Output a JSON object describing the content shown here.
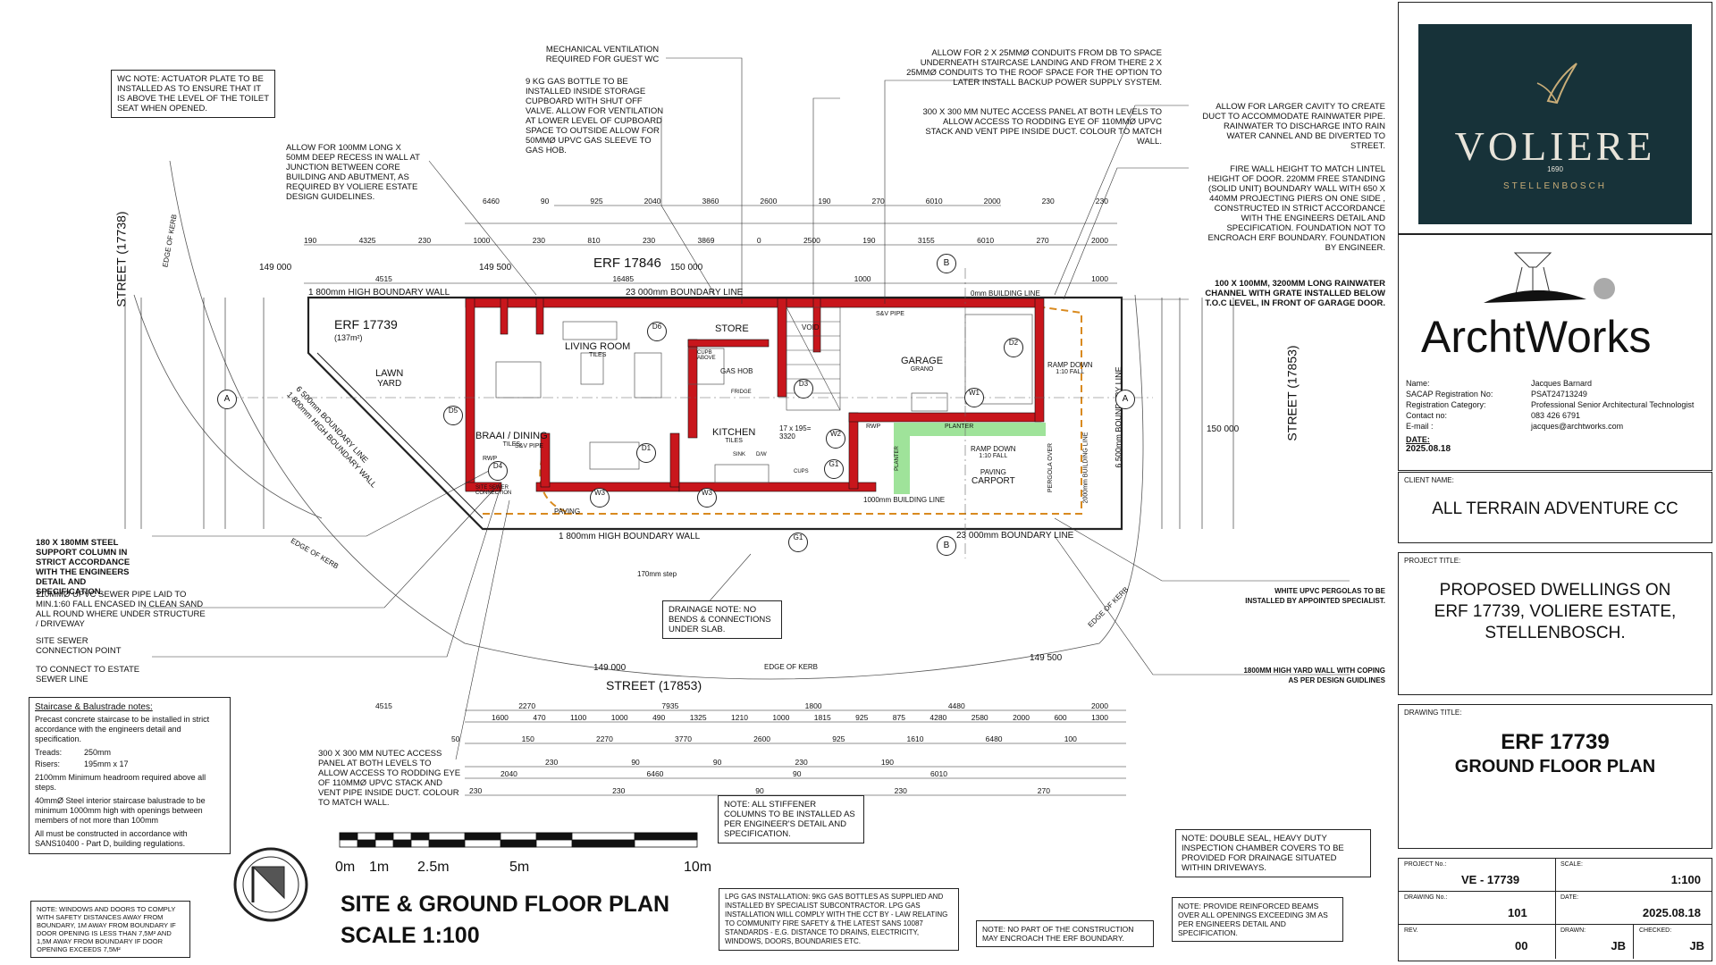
{
  "title": "SITE & GROUND FLOOR PLAN",
  "scale": "SCALE 1:100",
  "scale_bar": {
    "labels": [
      "0m",
      "1m",
      "2.5m",
      "5m",
      "10m"
    ]
  },
  "plan": {
    "erf_label": "ERF 17739",
    "erf_area": "(137m²)",
    "neighbour_erf": "ERF 17846",
    "street_left": "STREET (17738)",
    "street_right": "STREET (17853)",
    "street_bottom": "STREET (17853)",
    "boundary_top": "1 800mm HIGH BOUNDARY WALL",
    "boundary_top_line": "23 000mm BOUNDARY LINE",
    "boundary_top_building": "0mm BUILDING LINE",
    "boundary_bottom": "1 800mm HIGH BOUNDARY WALL",
    "boundary_bottom_line": "23 000mm BOUNDARY LINE",
    "boundary_bottom_building": "1000mm BUILDING LINE",
    "boundary_left": "6 500mm BOUNDARY LINE",
    "boundary_left_wall": "1 800mm HIGH BOUNDARY WALL",
    "boundary_right": "6 500mm BOUNDARY LINE",
    "edge_of_kerb": "EDGE OF KERB",
    "levels": [
      "149 000",
      "149 500",
      "150 000",
      "149 000",
      "149 500",
      "150 000"
    ],
    "step": "170mm step",
    "rooms": [
      {
        "name": "LAWN",
        "sub": "YARD"
      },
      {
        "name": "LIVING ROOM",
        "sub": "TILES"
      },
      {
        "name": "STORE",
        "sub": ""
      },
      {
        "name": "KITCHEN",
        "sub": "TILES"
      },
      {
        "name": "GARAGE",
        "sub": "GRANO"
      },
      {
        "name": "BRAAI / DINING",
        "sub": "TILES"
      },
      {
        "name": "RAMP DOWN",
        "sub": "1:10 FALL"
      },
      {
        "name": "PAVING",
        "sub": "CARPORT"
      },
      {
        "name": "PLANTER",
        "sub": ""
      },
      {
        "name": "PAVING",
        "sub": ""
      },
      {
        "name": "VOID",
        "sub": ""
      },
      {
        "name": "GAS HOB",
        "sub": ""
      },
      {
        "name": "RAMP DOWN",
        "sub": "1:10 FALL"
      }
    ],
    "door_tags": [
      "D1",
      "D2",
      "D3",
      "D4",
      "D5",
      "D6"
    ],
    "window_tags": [
      "W1",
      "W2",
      "W3",
      "W3",
      "G1",
      "G1"
    ],
    "grid_tags": [
      "A",
      "A",
      "B",
      "B"
    ],
    "dims_top_1": [
      "6460",
      "90",
      "925",
      "2040",
      "3860",
      "2600",
      "190",
      "270",
      "6010",
      "2000",
      "230",
      "230"
    ],
    "dims_top_2": [
      "190",
      "4325",
      "230",
      "1000",
      "230",
      "810",
      "230",
      "3869",
      "0",
      "2500",
      "190",
      "3155",
      "6010",
      "270",
      "2000"
    ],
    "dims_top_3": [
      "4515",
      "16485",
      "1000",
      "1000"
    ],
    "dims_bottom_1": [
      "4515",
      "2270",
      "7935",
      "1800",
      "4480",
      "2000"
    ],
    "dims_bottom_2": [
      "1600",
      "470",
      "1100",
      "1000",
      "490",
      "1325",
      "1210",
      "1000",
      "1815",
      "925",
      "875",
      "4280",
      "2580",
      "2000",
      "600",
      "1300"
    ],
    "dims_bottom_3": [
      "50",
      "150",
      "2270",
      "3770",
      "2600",
      "925",
      "1610",
      "6480",
      "100"
    ],
    "dims_bottom_4": [
      "230",
      "90",
      "90",
      "230",
      "190"
    ],
    "dims_bottom_5": [
      "2040",
      "6460",
      "90",
      "6010"
    ],
    "dims_bottom_6": [
      "230",
      "230",
      "90",
      "230",
      "270"
    ],
    "misc_labels": [
      "S&V PIPE",
      "S&V PIPE",
      "RWP",
      "RWP",
      "SITE SEWER CONNECTION",
      "17 x 195= 3320",
      "CUPB ABOVE",
      "CUPS",
      "SINK",
      "D/W",
      "FRIDGE",
      "PERGOLA OVER",
      "PLANTER",
      "2000mm BUILDING LINE"
    ]
  },
  "notes": {
    "wc": "WC NOTE: ACTUATOR PLATE TO BE INSTALLED AS TO ENSURE THAT IT IS ABOVE THE LEVEL OF THE TOILET SEAT WHEN OPENED.",
    "recess": "ALLOW FOR 100MM LONG X 50MM DEEP RECESS IN WALL AT JUNCTION BETWEEN CORE BUILDING AND ABUTMENT, AS REQUIRED BY VOLIERE ESTATE DESIGN GUIDELINES.",
    "ventilation": "MECHANICAL VENTILATION REQUIRED FOR GUEST WC",
    "gas_bottle": "9 KG GAS BOTTLE TO BE INSTALLED INSIDE STORAGE CUPBOARD WITH SHUT OFF VALVE. ALLOW FOR VENTILATION AT LOWER LEVEL OF CUPBOARD SPACE TO OUTSIDE ALLOW FOR 50MMØ UPVC GAS SLEEVE TO GAS HOB.",
    "conduits": "ALLOW FOR 2 X 25MMØ CONDUITS FROM DB TO SPACE UNDERNEATH STAIRCASE LANDING AND FROM THERE 2 X 25MMØ CONDUITS TO THE ROOF SPACE FOR THE OPTION TO LATER INSTALL BACKUP POWER SUPPLY SYSTEM.",
    "nutec_top": "300 X 300 MM NUTEC ACCESS PANEL AT BOTH LEVELS TO ALLOW ACCESS TO RODDING EYE OF 110mmØ UPVC STACK AND VENT PIPE INSIDE DUCT. COLOUR TO MATCH WALL.",
    "cavity": "ALLOW FOR LARGER CAVITY TO CREATE DUCT TO ACCOMMODATE RAINWATER PIPE. RAINWATER TO DISCHARGE INTO RAIN WATER CANNEL AND BE DIVERTED TO STREET.",
    "fire_wall": "FIRE WALL HEIGHT TO MATCH LINTEL HEIGHT OF DOOR. 220mm FREE STANDING (SOLID UNIT) BOUNDARY WALL WITH 650 X 440MM PROJECTING PIERS ON ONE SIDE , CONSTRUCTED IN STRICT ACCORDANCE WITH THE ENGINEERS DETAIL AND SPECIFICATION. FOUNDATION NOT TO ENCROACH ERF BOUNDARY. FOUNDATION BY ENGINEER.",
    "channel": "100 X 100MM, 3200MM LONG RAINWATER CHANNEL WITH GRATE INSTALLED BELOW T.O.C LEVEL, IN FRONT OF GARAGE DOOR.",
    "steel_column": "180 X 180MM STEEL SUPPORT COLUMN IN STRICT ACCORDANCE WITH THE ENGINEERS DETAIL AND SPECIFICATION.",
    "sewer_pipe": "110mmØ UPVC SEWER PIPE LAID TO MIN.1:60 FALL ENCASED IN CLEAN SAND ALL ROUND WHERE UNDER STRUCTURE / DRIVEWAY",
    "sewer_point": "SITE SEWER CONNECTION POINT",
    "estate_sewer": "TO CONNECT TO ESTATE SEWER LINE",
    "drainage": "DRAINAGE NOTE: NO BENDS & CONNECTIONS UNDER SLAB.",
    "pergola": "WHITE UPVC PERGOLAS TO BE INSTALLED BY APPOINTED SPECIALIST.",
    "yard_wall": "1800MM HIGH YARD WALL WITH COPING AS PER DESIGN GUIDLINES",
    "nutec_bottom": "300 X 300 MM NUTEC ACCESS PANEL AT BOTH LEVELS TO ALLOW ACCESS TO RODDING EYE OF 110mmØ UPVC STACK AND VENT PIPE INSIDE DUCT. COLOUR TO MATCH WALL.",
    "stiffener": "NOTE: ALL STIFFENER COLUMNS TO BE INSTALLED AS PER ENGINEER'S DETAIL AND SPECIFICATION.",
    "double_seal": "NOTE: DOUBLE SEAL, HEAVY DUTY INSPECTION CHAMBER COVERS TO BE PROVIDED FOR DRAINAGE SITUATED WITHIN DRIVEWAYS.",
    "windows": "NOTE: WINDOWS AND DOORS TO COMPLY WITH SAFETY DISTANCES AWAY FROM BOUNDARY, 1M AWAY FROM BOUNDARY IF DOOR OPENING IS LESS THAN 7,5M² AND 1,5M AWAY FROM BOUNDARY IF DOOR OPENING EXCEEDS 7,5M²",
    "lpg": "LPG GAS INSTALLATION: 9KG GAS BOTTLES AS SUPPLIED AND INSTALLED BY SPECIALIST SUBCONTRACTOR. LPG GAS INSTALLATION WILL COMPLY WITH THE CCT BY - LAW RELATING TO COMMUNITY FIRE SAFETY & THE LATEST SANS 10087 STANDARDS - E.G. DISTANCE TO DRAINS, ELECTRICITY, WINDOWS, DOORS, BOUNDARIES ETC.",
    "encroach": "NOTE: NO PART OF THE CONSTRUCTION MAY ENCROACH THE ERF BOUNDARY.",
    "beams": "NOTE: PROVIDE REINFORCED BEAMS OVER ALL OPENINGS EXCEEDING 3M AS PER ENGINEERS DETAIL AND SPECIFICATION."
  },
  "stair_notes": {
    "heading": "Staircase & Balustrade notes:",
    "intro": "Precast concrete staircase to be installed in strict accordance with the engineers detail and specification.",
    "treads_label": "Treads:",
    "treads_value": "250mm",
    "risers_label": "Risers:",
    "risers_value": "195mm x 17",
    "headroom": "2100mm Minimum headroom required above all steps.",
    "balustrade": "40mmØ Steel interior staircase balustrade to be minimum 1000mm high with openings between members of not more than 100mm",
    "sans": "All must be constructed in accordance with SANS10400 - Part D, building regulations."
  },
  "title_block": {
    "logo_name": "VOLIERE",
    "logo_year": "1690",
    "logo_sub": "STELLENBOSCH",
    "logo_bg": "#173239",
    "firm": "ArchtWorks",
    "details": [
      {
        "label": "Name:",
        "value": "Jacques Barnard"
      },
      {
        "label": "SACAP Registration No:",
        "value": "PSAT24713249"
      },
      {
        "label": "Registration Category:",
        "value": "Professional Senior Architectural Technologist"
      },
      {
        "label": "Contact no:",
        "value": "083 426 6791"
      },
      {
        "label": "E-mail :",
        "value": "jacques@archtworks.com"
      }
    ],
    "date_label": "DATE:",
    "date_value": "2025.08.18",
    "client_caption": "CLIENT NAME:",
    "client": "ALL TERRAIN ADVENTURE CC",
    "project_caption": "PROJECT TITLE:",
    "project": "PROPOSED DWELLINGS ON ERF 17739, VOLIERE ESTATE, STELLENBOSCH.",
    "drawing_caption": "DRAWING TITLE:",
    "drawing_line1": "ERF 17739",
    "drawing_line2": "GROUND FLOOR PLAN",
    "project_no_label": "PROJECT No.:",
    "project_no": "VE - 17739",
    "scale_label": "SCALE:",
    "scale_value": "1:100",
    "drawing_no_label": "DRAWING No.:",
    "drawing_no": "101",
    "date2_label": "DATE:",
    "date2_value": "2025.08.18",
    "rev_label": "REV.",
    "rev": "00",
    "drawn_label": "DRAWN:",
    "drawn": "JB",
    "checked_label": "CHECKED:",
    "checked": "JB"
  },
  "colors": {
    "wall": "#c8161c",
    "planter": "#9fe39a",
    "boundary": "#222222",
    "dashed_line": "#d98a1f"
  }
}
